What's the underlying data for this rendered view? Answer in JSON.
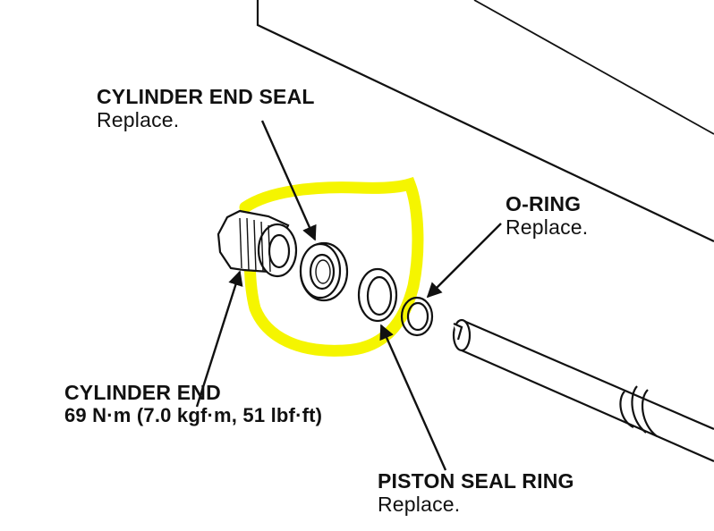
{
  "labels": {
    "cylinder_end_seal": {
      "title": "CYLINDER END SEAL",
      "note": "Replace."
    },
    "o_ring": {
      "title": "O-RING",
      "note": "Replace."
    },
    "cylinder_end": {
      "title": "CYLINDER END",
      "torque": "69 N·m (7.0 kgf·m, 51 lbf·ft)"
    },
    "piston_seal_ring": {
      "title": "PISTON SEAL RING",
      "note": "Replace."
    }
  },
  "colors": {
    "line": "#111111",
    "highlight": "#f5f500",
    "background": "#ffffff"
  }
}
